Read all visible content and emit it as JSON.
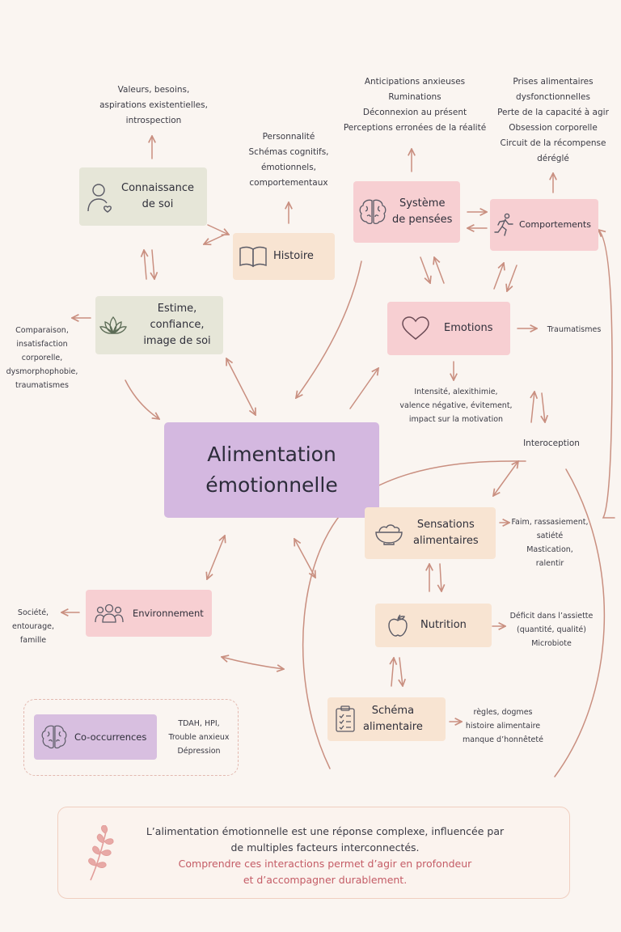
{
  "center": {
    "lines": [
      "Alimentation",
      "émotionnelle"
    ]
  },
  "nodes": {
    "connaissance": {
      "lines": [
        "Connaissance",
        "de soi"
      ],
      "icon": "person-heart-icon"
    },
    "histoire": {
      "lines": [
        "Histoire"
      ],
      "icon": "open-book-icon"
    },
    "estime": {
      "lines": [
        "Estime, confiance,",
        "image de soi"
      ],
      "icon": "lotus-icon"
    },
    "systeme": {
      "lines": [
        "Système",
        "de pensées"
      ],
      "icon": "brain-icon"
    },
    "comportements": {
      "lines": [
        "Comportements"
      ],
      "icon": "running-person-icon"
    },
    "emotions": {
      "lines": [
        "Emotions"
      ],
      "icon": "heart-icon"
    },
    "sensations": {
      "lines": [
        "Sensations",
        "alimentaires"
      ],
      "icon": "bowl-icon"
    },
    "nutrition": {
      "lines": [
        "Nutrition"
      ],
      "icon": "apple-icon"
    },
    "schema": {
      "lines": [
        "Schéma",
        "alimentaire"
      ],
      "icon": "checklist-icon"
    },
    "environnement": {
      "lines": [
        "Environnement"
      ],
      "icon": "group-icon"
    },
    "cooccurrences": {
      "lines": [
        "Co-occurrences"
      ],
      "icon": "brain-icon"
    }
  },
  "notes": {
    "valeurs": [
      "Valeurs, besoins,",
      "aspirations existentielles,",
      "introspection"
    ],
    "personnalite": [
      "Personnalité",
      "Schémas cognitifs,",
      "émotionnels,",
      "comportementaux"
    ],
    "anticipations": [
      "Anticipations anxieuses",
      "Ruminations",
      "Déconnexion au présent",
      "Perceptions erronées de la réalité"
    ],
    "prises": [
      "Prises alimentaires",
      "dysfonctionnelles",
      "Perte de la capacité à agir",
      "Obsession corporelle",
      "Circuit de la récompense",
      "déréglé"
    ],
    "comparaison": [
      "Comparaison,",
      "insatisfaction",
      "corporelle,",
      "dysmorphophobie,",
      "traumatismes"
    ],
    "traumatismes": [
      "Traumatismes"
    ],
    "intensite": [
      "Intensité, alexithimie,",
      "valence négative, évitement,",
      "impact sur la motivation"
    ],
    "interoception": [
      "Interoception"
    ],
    "faim": [
      "Faim, rassasiement,",
      "satiété",
      "Mastication,",
      "ralentir"
    ],
    "deficit": [
      "Déficit dans l’assiette",
      "(quantité, qualité)",
      "Microbiote"
    ],
    "regles": [
      "règles, dogmes",
      "histoire alimentaire",
      "manque d’honnêteté"
    ],
    "societe": [
      "Société,",
      "entourage,",
      "famille"
    ],
    "tdah": [
      "TDAH, HPI,",
      "Trouble anxieux",
      "Dépression"
    ]
  },
  "footer": {
    "line1": [
      "L’alimentation émotionnelle est une réponse complexe, influencée par",
      "de multiples facteurs interconnectés."
    ],
    "line2": [
      "Comprendre ces interactions permet d’agir en profondeur",
      "et d’accompagner durablement."
    ],
    "icon": "leaf-branch-icon"
  },
  "colors": {
    "pink": "#f7cfd2",
    "green": "#e6e6d8",
    "peach": "#f8e4d2",
    "purple": "#d4b8e0",
    "arrow": "#c98f80",
    "accent_text": "#c45c66"
  }
}
